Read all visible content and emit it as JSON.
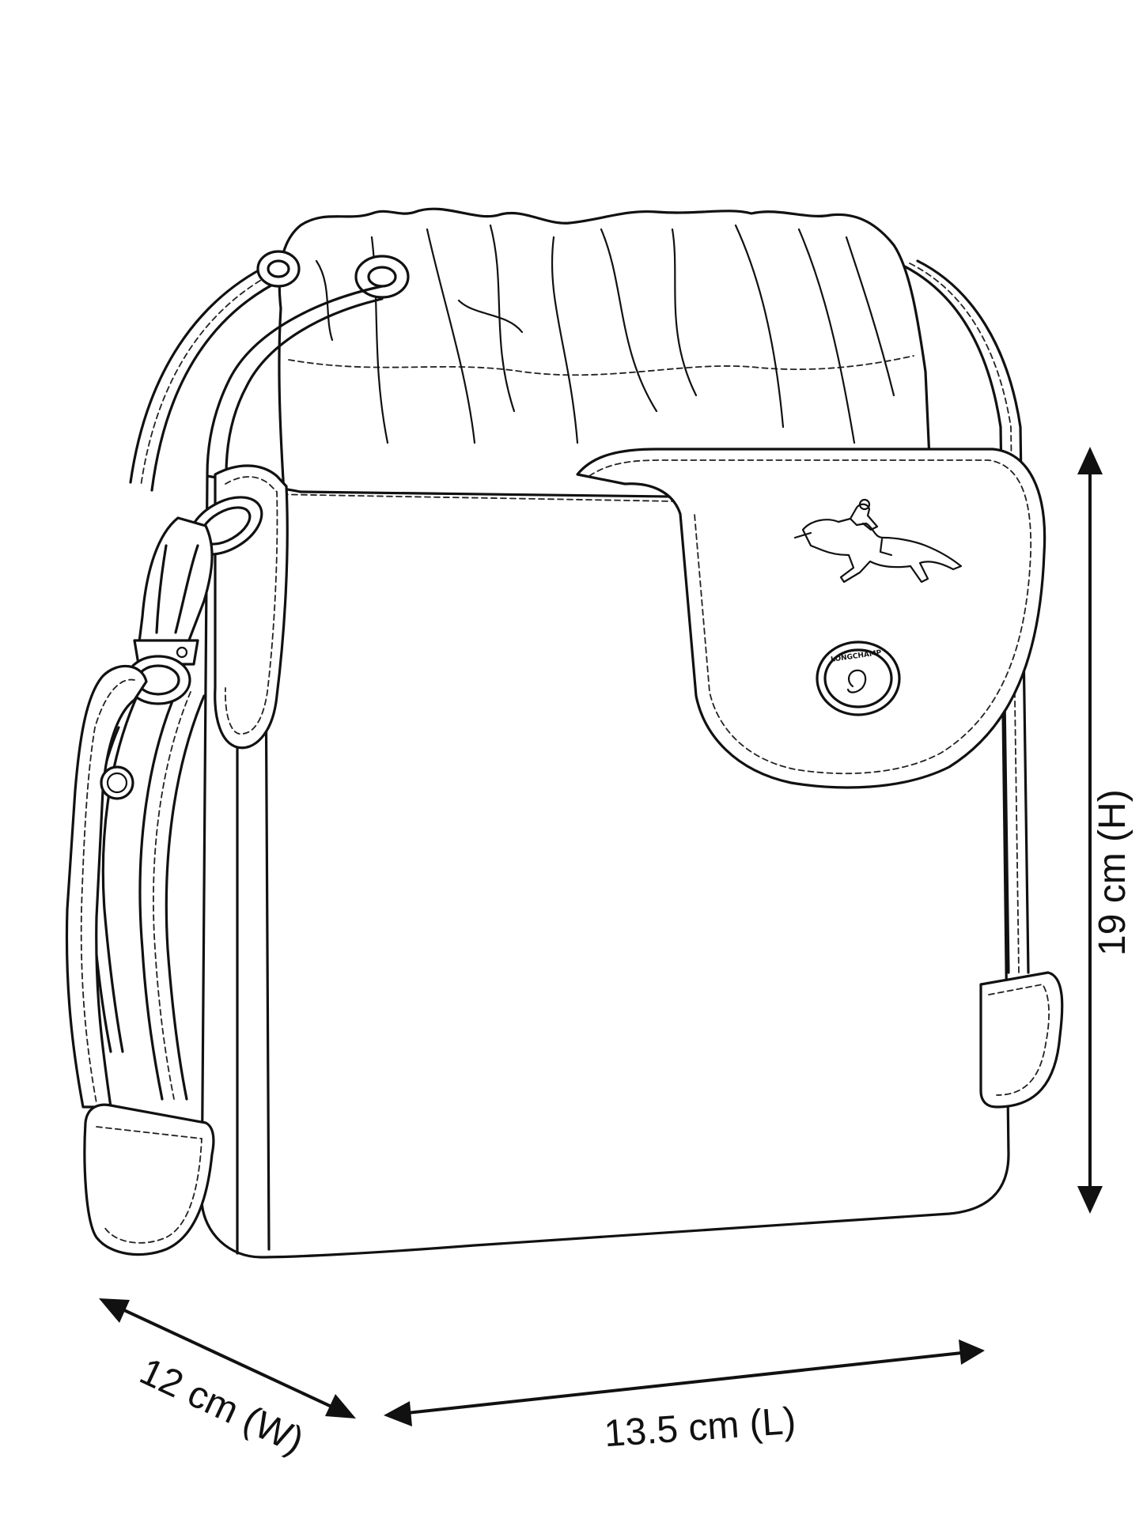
{
  "dimensions": {
    "height": "19 cm (H)",
    "width": "12 cm (W)",
    "length": "13.5 cm (L)"
  },
  "logo": {
    "stamp_text": "LONGCHAMP"
  },
  "icons": [
    "horse-rider-logo-icon",
    "press-stud-icon",
    "snap-hook-icon"
  ],
  "colors": {
    "line": "#111111",
    "background": "#ffffff"
  }
}
